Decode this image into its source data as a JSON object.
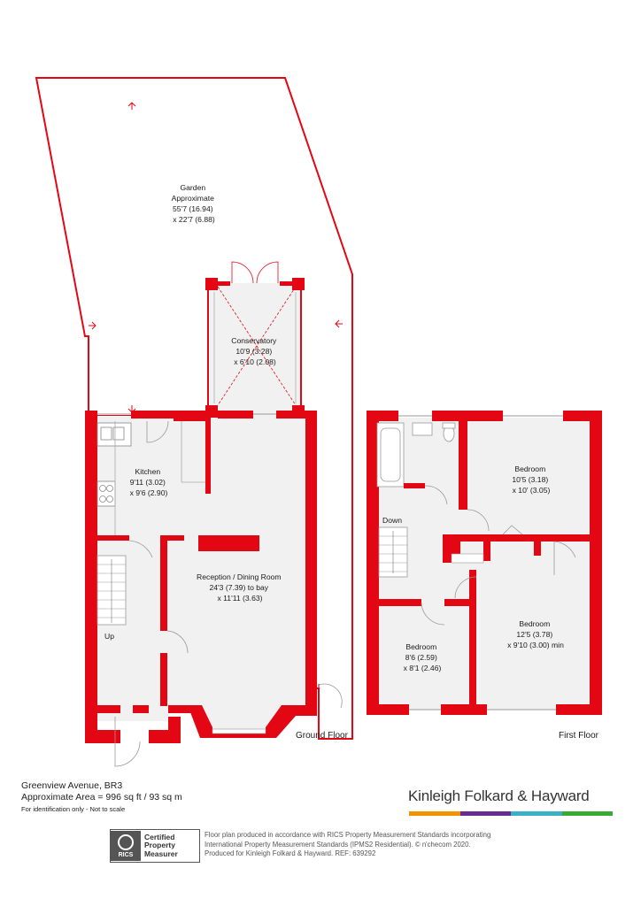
{
  "floors": {
    "ground": "Ground Floor",
    "first": "First Floor"
  },
  "rooms": {
    "garden": [
      "Garden",
      "Approximate",
      "55'7 (16.94)",
      "x 22'7 (6.88)"
    ],
    "conservatory": [
      "Conservatory",
      "10'9 (3.28)",
      "x 6'10 (2.08)"
    ],
    "kitchen": [
      "Kitchen",
      "9'11 (3.02)",
      "x 9'6 (2.90)"
    ],
    "reception": [
      "Reception / Dining Room",
      "24'3 (7.39) to bay",
      "x 11'11 (3.63)"
    ],
    "bedroom_top": [
      "Bedroom",
      "10'5 (3.18)",
      "x 10' (3.05)"
    ],
    "bedroom_right": [
      "Bedroom",
      "12'5 (3.78)",
      "x 9'10 (3.00) min"
    ],
    "bedroom_small": [
      "Bedroom",
      "8'6 (2.59)",
      "x 8'1 (2.46)"
    ]
  },
  "stairs": {
    "up": "Up",
    "down": "Down"
  },
  "footer": {
    "address": "Greenview Avenue, BR3",
    "area": "Approximate Area = 996 sq ft / 93 sq m",
    "note": "For identification only - Not to scale",
    "brand": "Kinleigh Folkard & Hayward",
    "rics_logo": "RICS",
    "rics_line1": "Certified",
    "rics_line2": "Property",
    "rics_line3": "Measurer",
    "disclaimer1": "Floor plan produced in accordance with RICS Property Measurement Standards incorporating",
    "disclaimer2": "International Property Measurement Standards (IPMS2 Residential).  © n'checom 2020.",
    "disclaimer3": "Produced for Kinleigh Folkard & Hayward.   REF: 639292"
  },
  "colors": {
    "wall": "#e30613",
    "floor": "#f1f1f1",
    "brand_orange": "#f39200",
    "brand_purple": "#662d91",
    "brand_teal": "#3ab0c8",
    "brand_green": "#3aaa35"
  }
}
